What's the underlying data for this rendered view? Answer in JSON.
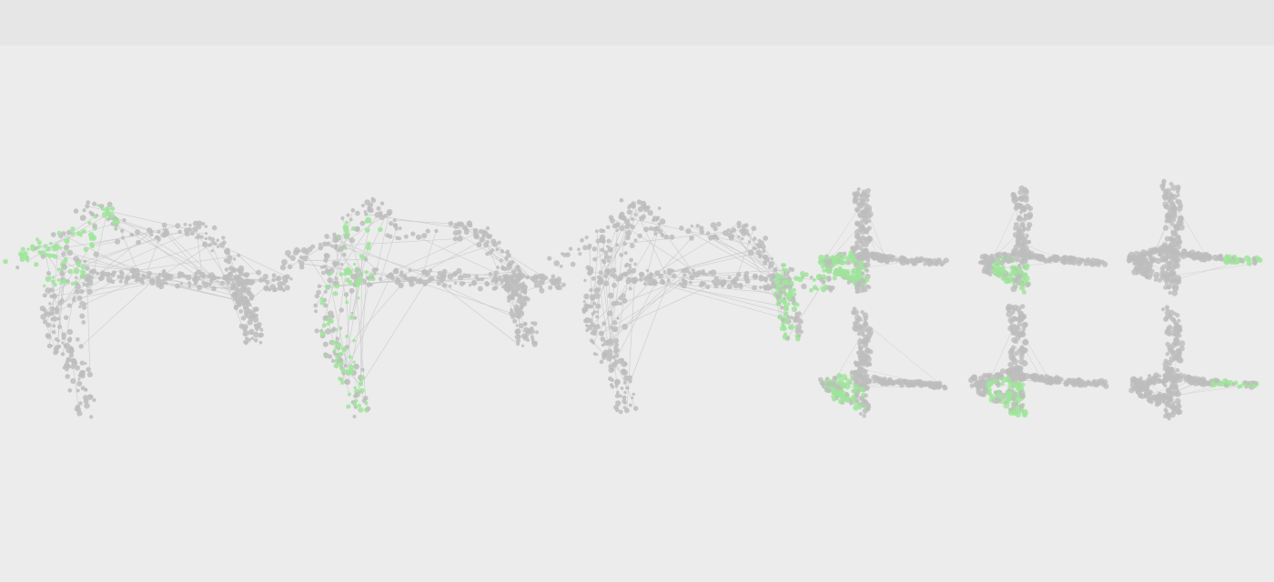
{
  "colors": {
    "background": "#ececec",
    "top_band": "#e6e6e6",
    "node": "#bdbdbd",
    "edge": "#c9c9c9",
    "highlight": "#9ee59a"
  },
  "large_panels": [
    {
      "highlight": "upper-left"
    },
    {
      "highlight": "left-column"
    },
    {
      "highlight": "right-arm"
    }
  ],
  "small_panels": [
    {
      "highlight": "left-lobe"
    },
    {
      "highlight": "bottom-center"
    },
    {
      "highlight": "right-tip"
    },
    {
      "highlight": "left-lobe"
    },
    {
      "highlight": "bottom-center"
    },
    {
      "highlight": "right-arm"
    }
  ]
}
